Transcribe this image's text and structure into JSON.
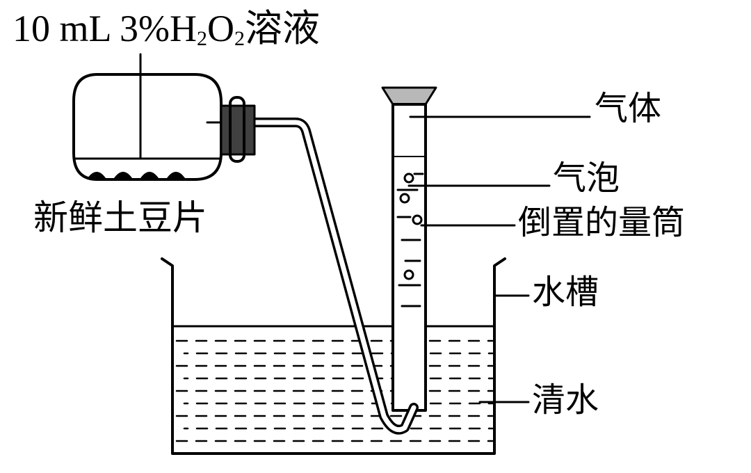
{
  "labels": {
    "solution_prefix": "10 mL 3%H",
    "solution_sub1": "2",
    "solution_mid": "O",
    "solution_sub2": "2",
    "solution_suffix": "溶液",
    "potato": "新鲜土豆片",
    "gas": "气体",
    "bubble": "气泡",
    "cylinder": "倒置的量筒",
    "trough": "水槽",
    "water": "清水"
  },
  "colors": {
    "stroke": "#000000",
    "stopper": "#404040",
    "funnel": "#b8b8b8",
    "background": "#ffffff"
  }
}
